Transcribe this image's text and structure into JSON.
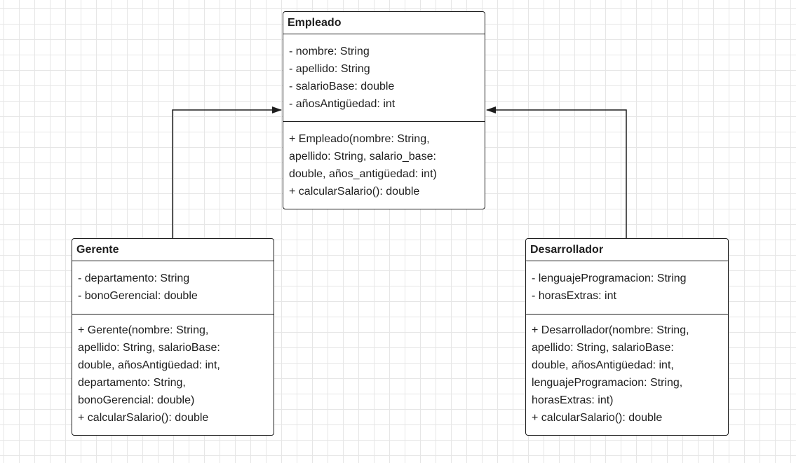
{
  "classes": {
    "empleado": {
      "name": "Empleado",
      "attributes": [
        "- nombre: String",
        "- apellido: String",
        "- salarioBase: double",
        "- añosAntigüedad: int"
      ],
      "methods": [
        "+ Empleado(nombre: String,",
        "apellido: String, salario_base:",
        "double, años_antigüedad: int)",
        "+ calcularSalario(): double"
      ]
    },
    "gerente": {
      "name": "Gerente",
      "attributes": [
        "- departamento: String",
        "- bonoGerencial: double"
      ],
      "methods": [
        "+ Gerente(nombre: String,",
        "apellido: String, salarioBase:",
        "double, añosAntigüedad: int,",
        "departamento: String,",
        "bonoGerencial: double)",
        "+ calcularSalario(): double"
      ]
    },
    "desarrollador": {
      "name": "Desarrollador",
      "attributes": [
        "- lenguajeProgramacion: String",
        "- horasExtras: int"
      ],
      "methods": [
        "+ Desarrollador(nombre: String,",
        "apellido: String, salarioBase:",
        "double, añosAntigüedad: int,",
        "lenguajeProgramacion: String,",
        "horasExtras: int)",
        "+ calcularSalario(): double"
      ]
    }
  },
  "relationships": [
    {
      "type": "inheritance",
      "from": "Gerente",
      "to": "Empleado"
    },
    {
      "type": "inheritance",
      "from": "Desarrollador",
      "to": "Empleado"
    }
  ],
  "colors": {
    "stroke": "#1e1e1e",
    "grid": "#e6e6e6",
    "background": "#ffffff"
  }
}
